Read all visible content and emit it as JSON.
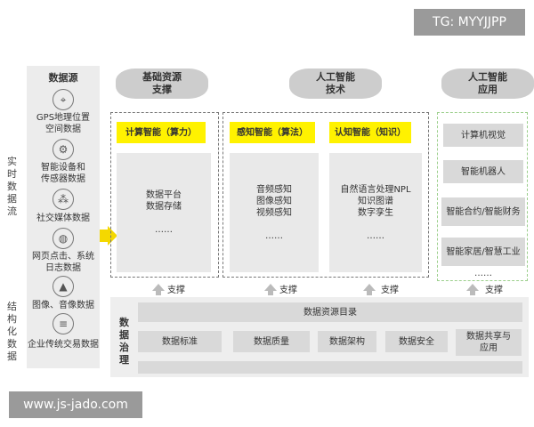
{
  "watermark_top": "TG: MYYJJPP",
  "watermark_bottom": "www.js-jado.com",
  "left": {
    "realtime_label": "实\n时\n数\n据\n流",
    "structured_label": "结\n构\n化\n数\n据",
    "source_title": "数据源",
    "sources": [
      {
        "label": "GPS地理位置\n空间数据",
        "icon": "map-pin-icon"
      },
      {
        "label": "智能设备和\n传感器数据",
        "icon": "gear-icon"
      },
      {
        "label": "社交媒体数据",
        "icon": "network-icon"
      },
      {
        "label": "网页点击、系统\n日志数据",
        "icon": "globe-icon"
      },
      {
        "label": "图像、音像数据",
        "icon": "image-icon"
      },
      {
        "label": "企业传统交易数据",
        "icon": "database-icon"
      }
    ]
  },
  "top_headers": {
    "basic": "基础资源\n支撑",
    "ai_tech": "人工智能\n技术",
    "ai_app": "人工智能\n应用"
  },
  "columns": {
    "compute": {
      "title": "计算智能（算力）",
      "body": "数据平台\n数据存储\n\n……"
    },
    "perception": {
      "title": "感知智能（算法）",
      "body": "音频感知\n图像感知\n视频感知\n\n……"
    },
    "cognition": {
      "title": "认知智能（知识）",
      "body": "自然语言处理NPL\n知识图谱\n数字孪生\n\n……"
    }
  },
  "apps": [
    "计算机视觉",
    "智能机器人",
    "智能合约/智能财务",
    "智能家居/智慧工业"
  ],
  "apps_more": "……",
  "support_label": "支撑",
  "governance": {
    "label": "数\n据\n治\n理",
    "catalog": "数据资源目录",
    "items": [
      "数据标准",
      "数据质量",
      "数据架构",
      "数据安全",
      "数据共享与\n应用"
    ]
  }
}
